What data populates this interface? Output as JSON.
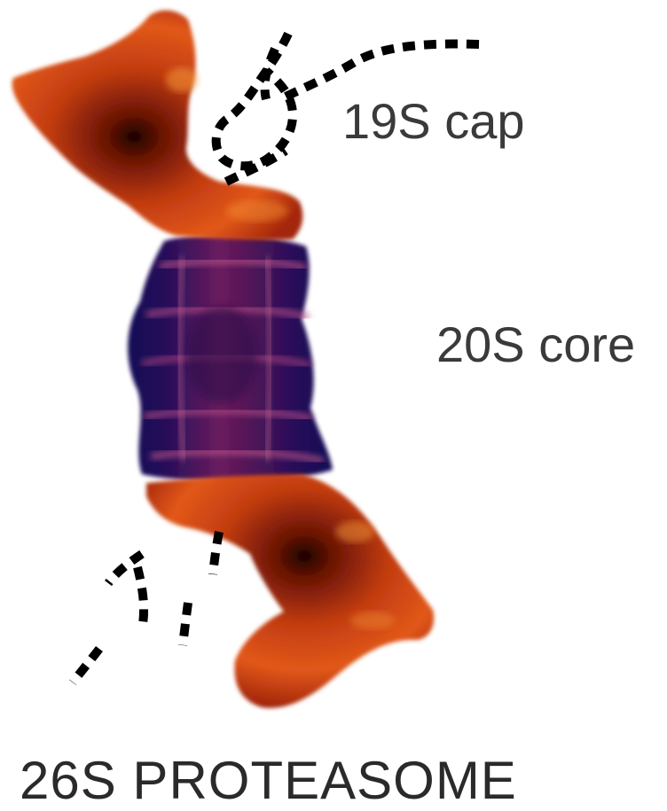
{
  "labels": {
    "cap": "19S cap",
    "core": "20S core",
    "title": "26S PROTEASOME"
  },
  "colors": {
    "cap_outer": "#a12a0a",
    "cap_mid": "#d84a14",
    "cap_glow": "#f28a2a",
    "cap_dark": "#2a0404",
    "core_outer": "#1c0c5c",
    "core_mid": "#5a1860",
    "core_pink": "#c05a8a",
    "dotted_line": "#000000",
    "label_text": "#3a3a3a"
  }
}
